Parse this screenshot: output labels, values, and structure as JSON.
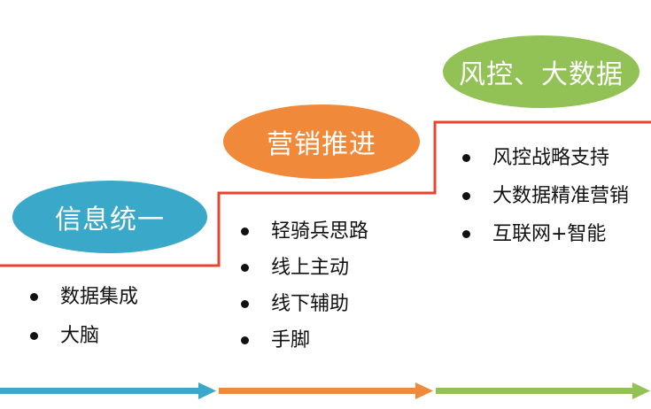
{
  "stages": [
    {
      "title": "信息统一",
      "color": "#3aa8c8",
      "items": [
        "数据集成",
        "大脑"
      ]
    },
    {
      "title": "营销推进",
      "color": "#f1893a",
      "items": [
        "轻骑兵思路",
        "线上主动",
        "线下辅助",
        "手脚"
      ]
    },
    {
      "title": "风控、大数据",
      "color": "#92c256",
      "items": [
        "风控战略支持",
        "大数据精准营销",
        "互联网+智能"
      ]
    }
  ],
  "step_line_color": "#e8432f"
}
